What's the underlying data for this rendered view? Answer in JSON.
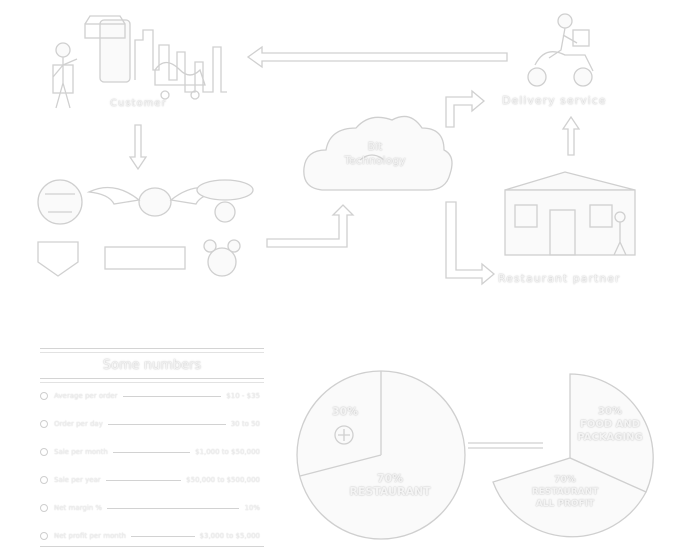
{
  "flow": {
    "customer_label": "Customer",
    "delivery_label": "Delivery service",
    "restaurant_label": "Restaurant partner",
    "cloud_label_line1": "Bit",
    "cloud_label_line2": "Technology"
  },
  "numbers": {
    "title": "Some numbers",
    "rows": [
      {
        "label": "Average per order",
        "value": "$10 - $35"
      },
      {
        "label": "Order per day",
        "value": "30 to 50"
      },
      {
        "label": "Sale per month",
        "value": "$1,000 to $50,000"
      },
      {
        "label": "Sale per year",
        "value": "$50,000 to $500,000"
      },
      {
        "label": "Net margin %",
        "value": "10%"
      },
      {
        "label": "Net profit per month",
        "value": "$3,000 to $5,000"
      }
    ]
  },
  "pies": {
    "left_small": "30%",
    "left_big_line1": "70%",
    "left_big_line2": "RESTAURANT",
    "right_top_line1": "30%",
    "right_top_line2": "FOOD AND",
    "right_top_line3": "PACKAGING",
    "right_bottom_line1": "70%",
    "right_bottom_line2": "RESTAURANT",
    "right_bottom_line3": "ALL PROFIT"
  }
}
